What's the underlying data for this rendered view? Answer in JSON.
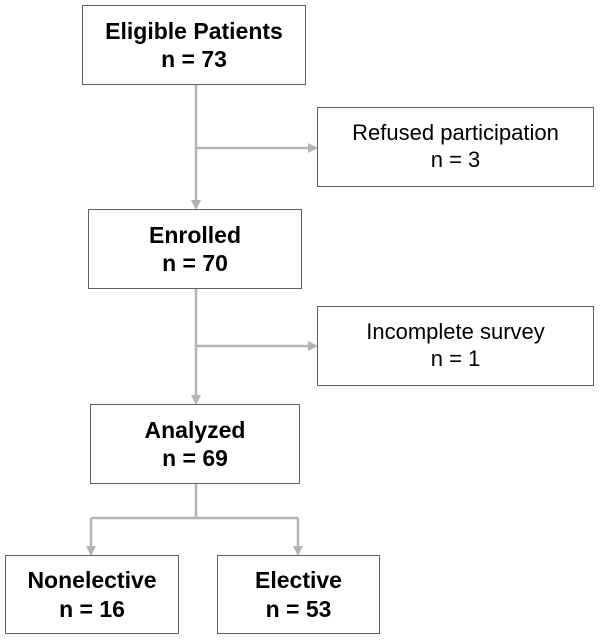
{
  "nodes": {
    "eligible": {
      "label": "Eligible Patients",
      "count": "n = 73"
    },
    "refused": {
      "label": "Refused participation",
      "count": "n = 3"
    },
    "enrolled": {
      "label": "Enrolled",
      "count": "n = 70"
    },
    "incomplete": {
      "label": "Incomplete survey",
      "count": "n = 1"
    },
    "analyzed": {
      "label": "Analyzed",
      "count": "n = 69"
    },
    "nonelective": {
      "label": "Nonelective",
      "count": "n = 16"
    },
    "elective": {
      "label": "Elective",
      "count": "n = 53"
    }
  },
  "colors": {
    "box_border": "#5f5f5f",
    "connector": "#b3b3b3",
    "text": "#000000",
    "background": "#ffffff"
  }
}
